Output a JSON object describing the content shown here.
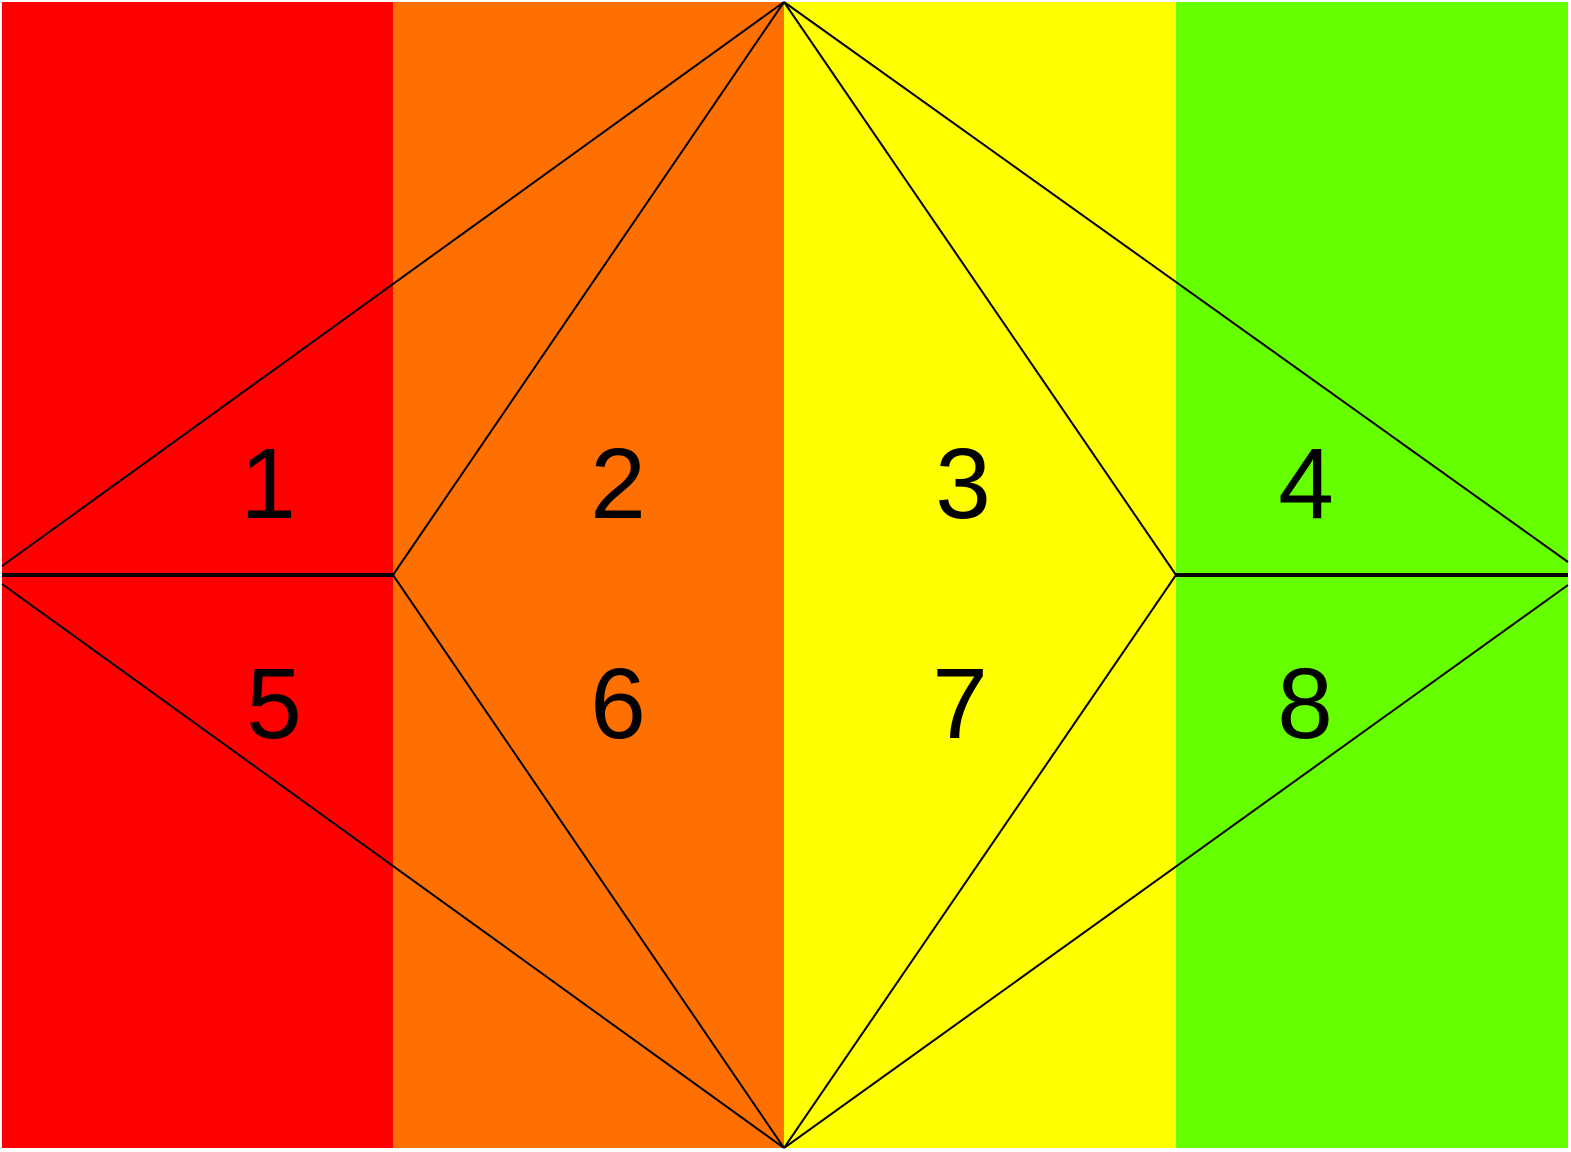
{
  "stripes": [
    {
      "color": "#ff0000"
    },
    {
      "color": "#ff7000"
    },
    {
      "color": "#ffff00"
    },
    {
      "color": "#66ff00"
    }
  ],
  "labels": [
    "1",
    "2",
    "3",
    "4",
    "5",
    "6",
    "7",
    "8"
  ],
  "line_color": "#000000"
}
